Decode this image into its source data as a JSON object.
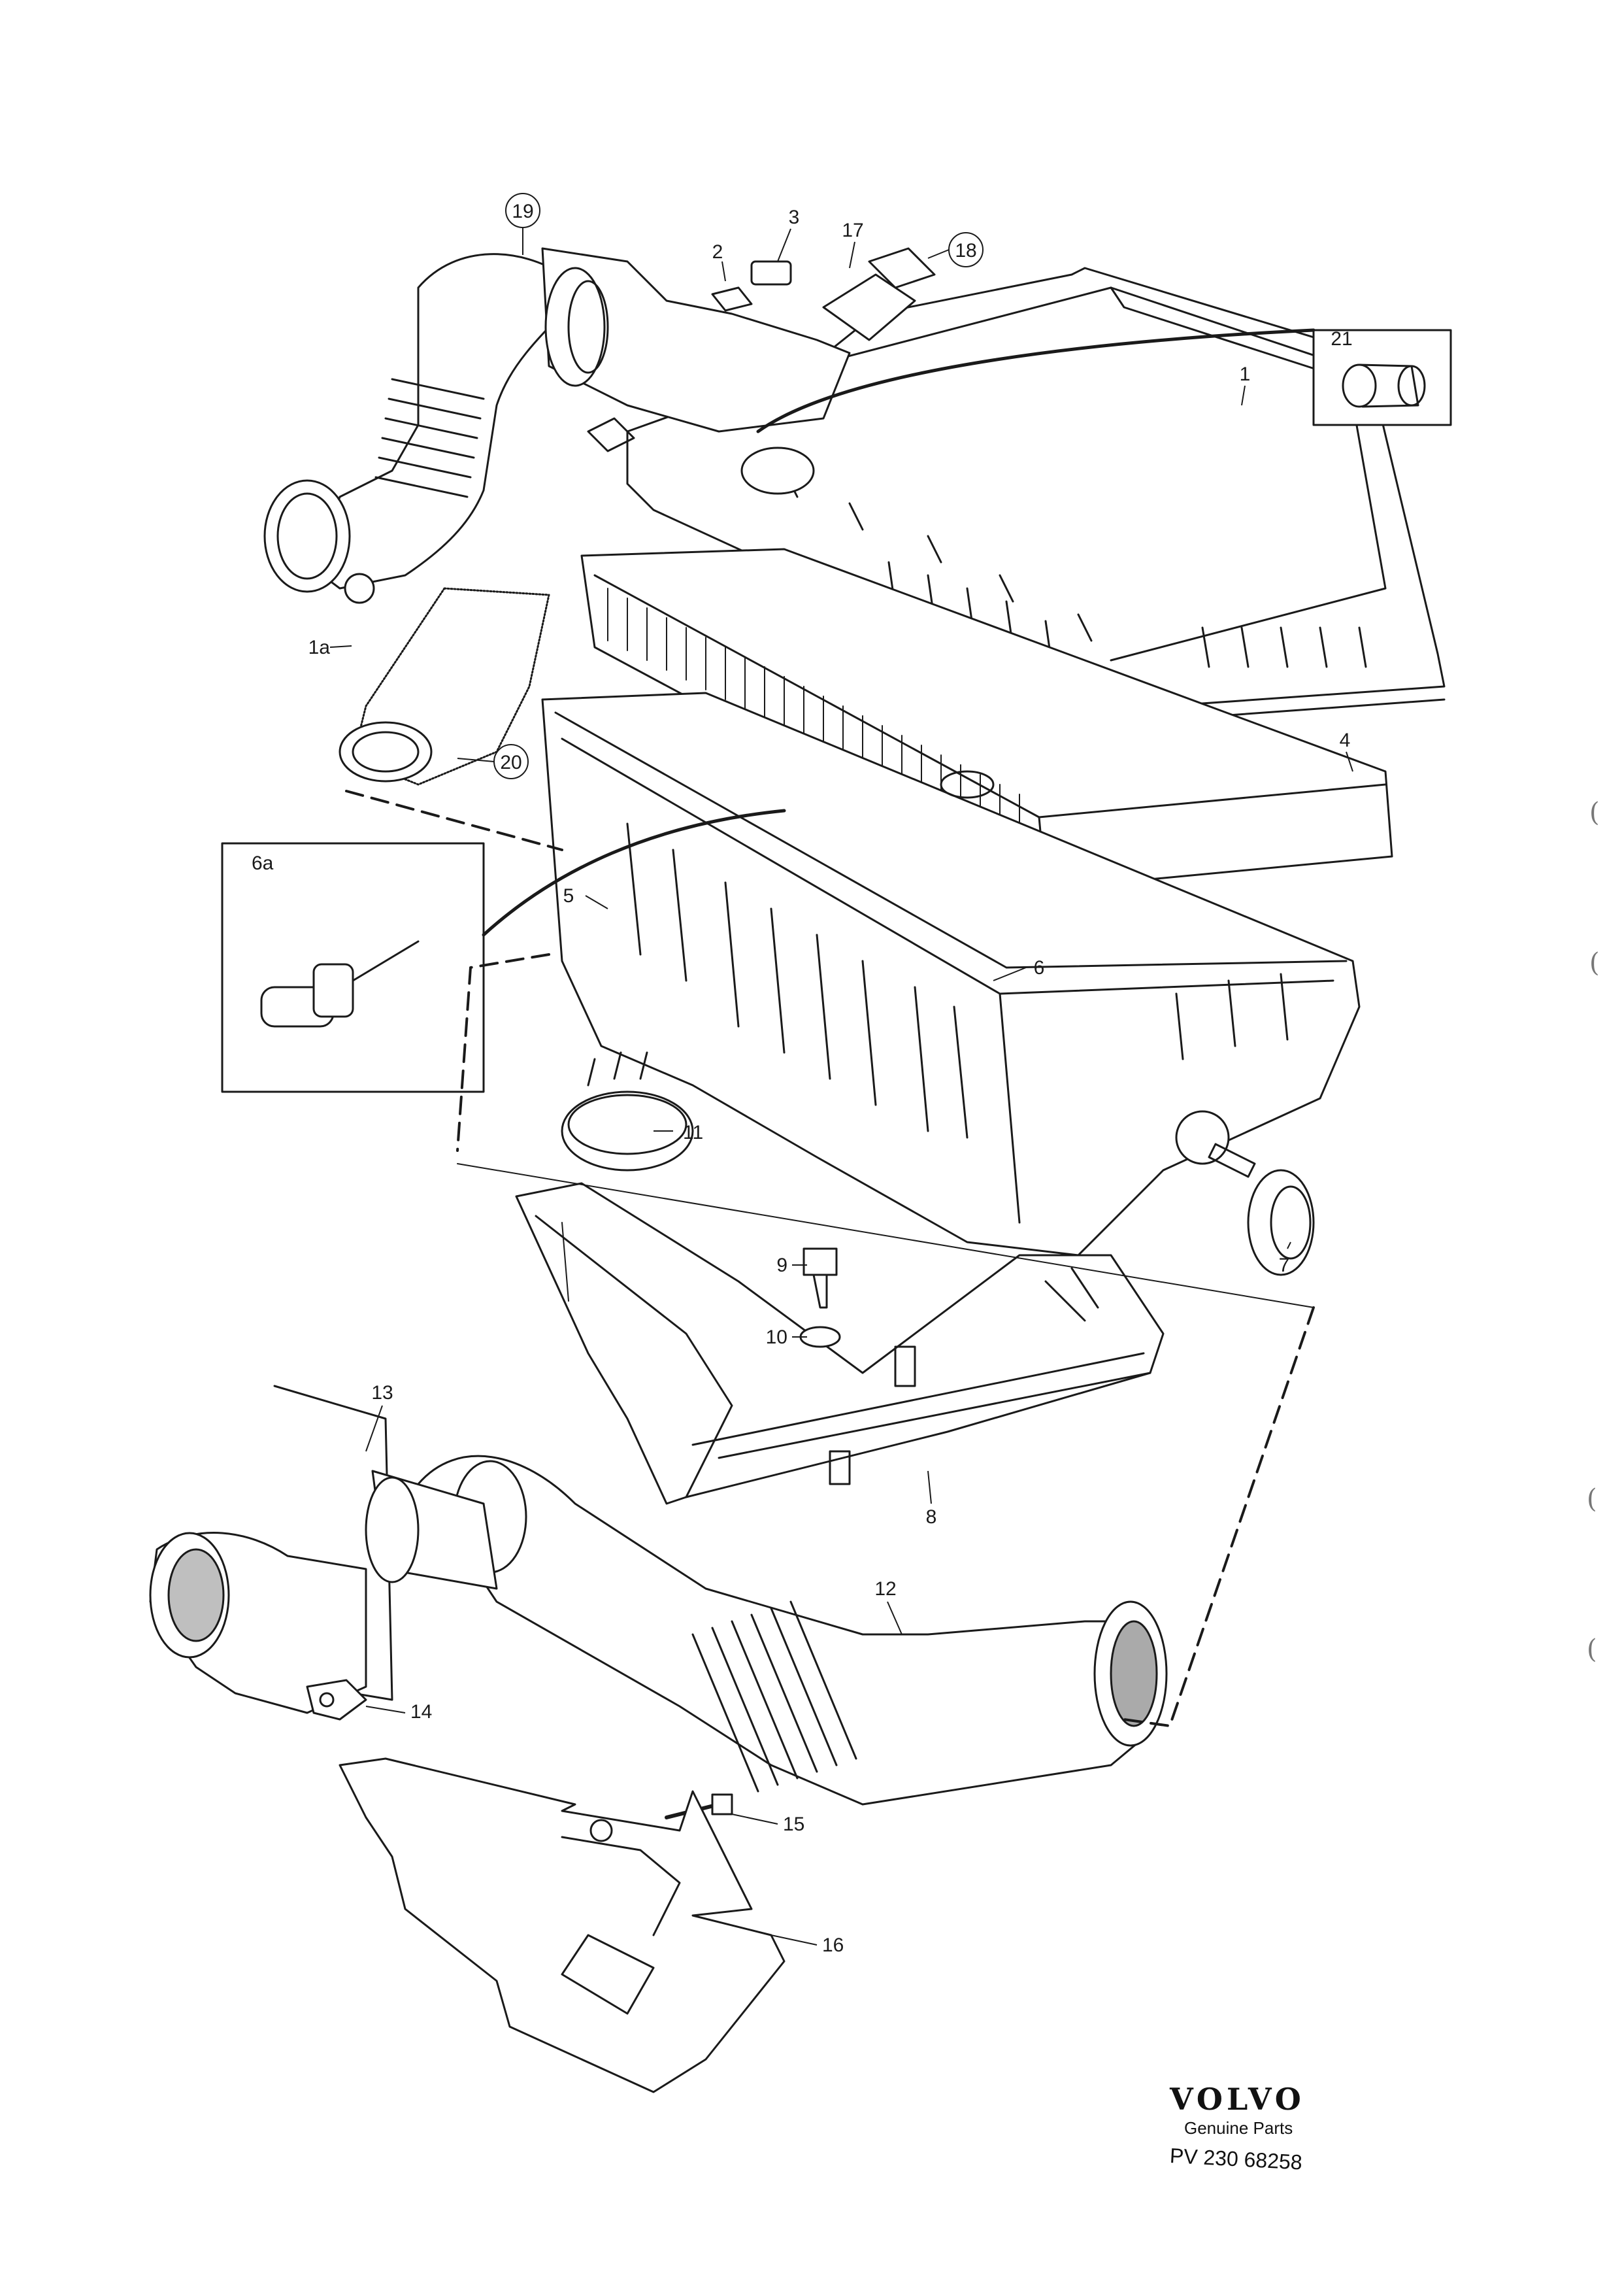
{
  "callouts": {
    "c1": "1",
    "c1a": "1a",
    "c2": "2",
    "c3": "3",
    "c4": "4",
    "c5": "5",
    "c6": "6",
    "c6a": "6a",
    "c7": "7",
    "c8": "8",
    "c9": "9",
    "c10": "10",
    "c11": "11",
    "c12": "12",
    "c13": "13",
    "c14": "14",
    "c15": "15",
    "c16": "16",
    "c17": "17",
    "c18": "18",
    "c19": "19",
    "c20": "20",
    "c21": "21"
  },
  "brand": {
    "logo": "VOLVO",
    "subtitle": "Genuine Parts",
    "code": "PV 230 68258"
  },
  "edge_marks": [
    "(",
    "(",
    "(",
    "("
  ],
  "colors": {
    "line": "#1a1a1a",
    "fill": "#ffffff",
    "shade": "#2a2a2a"
  }
}
